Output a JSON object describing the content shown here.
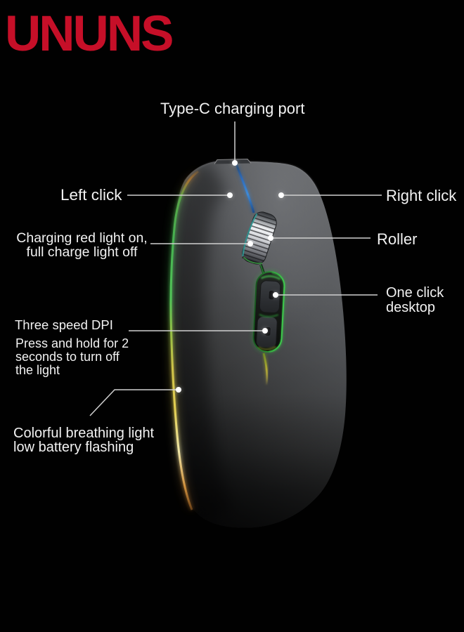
{
  "brand": {
    "name": "UNUNS",
    "color": "#c60f28"
  },
  "product": {
    "name": "wireless mouse"
  },
  "callouts": {
    "type_c": {
      "label": "Type-C charging port"
    },
    "left_click": {
      "label": "Left click"
    },
    "right_click": {
      "label": "Right click"
    },
    "roller": {
      "label": "Roller"
    },
    "charging_indicator": {
      "line1": "Charging red light on,",
      "line2": "full charge light off"
    },
    "one_click_desktop": {
      "line1": "One click",
      "line2": "desktop"
    },
    "dpi": {
      "label": "Three speed DPI"
    },
    "light_off_hint": {
      "line1": "Press and hold for 2",
      "line2": "seconds to turn off",
      "line3": "the light"
    },
    "breathing_light": {
      "line1": "Colorful breathing light",
      "line2": "low battery flashing"
    }
  },
  "colors": {
    "background": "#000000",
    "text": "#f2f2f2",
    "logo": "#c60f28",
    "rgb_strip": [
      "#58a548",
      "#52c558",
      "#cfc348",
      "#efe6a8",
      "#e29e44"
    ],
    "seam_light": "#2a6cc0",
    "button_glow": "#35c040"
  }
}
